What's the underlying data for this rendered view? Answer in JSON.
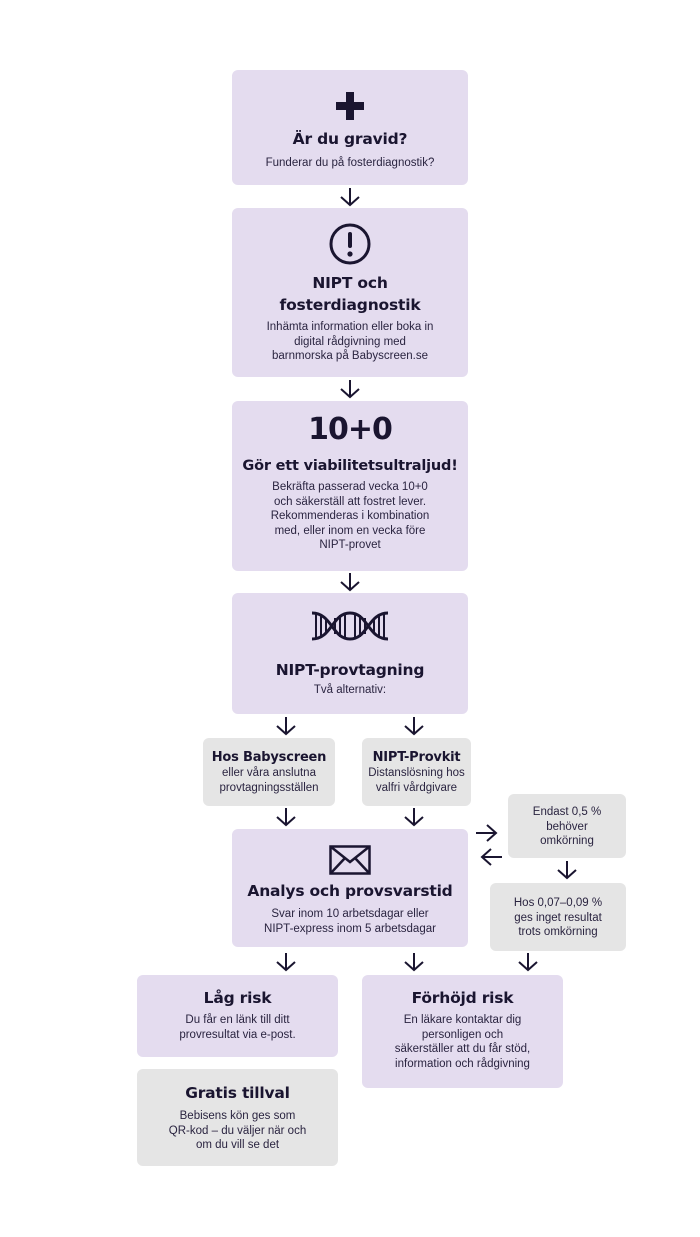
{
  "step1": {
    "title": "Är du gravid?",
    "desc": "Funderar du på fosterdiagnostik?"
  },
  "step2": {
    "title_line1": "NIPT och",
    "title_line2": "fosterdiagnostik",
    "desc_lines": [
      "Inhämta information eller boka in",
      "digital rådgivning med",
      "barnmorska på Babyscreen.se"
    ]
  },
  "step3": {
    "badge": "10+0",
    "title": "Gör ett viabilitetsultraljud!",
    "desc_lines": [
      "Bekräfta passerad vecka 10+0",
      "och säkerställ att fostret lever.",
      "Rekommenderas i kombination",
      "med, eller inom en vecka före",
      "NIPT-provet"
    ]
  },
  "step4": {
    "title": "NIPT-provtagning",
    "desc": "Två alternativ:"
  },
  "option_a": {
    "title": "Hos Babyscreen",
    "desc_lines": [
      "eller våra anslutna",
      "provtagningsställen"
    ]
  },
  "option_b": {
    "title": "NIPT-Provkit",
    "desc_lines": [
      "Distanslösning hos",
      "valfri vårdgivare"
    ]
  },
  "step5": {
    "title": "Analys och provsvarstid",
    "desc_lines": [
      "Svar inom 10 arbetsdagar eller",
      "NIPT-express inom 5 arbetsdagar"
    ]
  },
  "rerun": {
    "desc_lines": [
      "Endast 0,5 %",
      "behöver",
      "omkörning"
    ]
  },
  "no_result": {
    "desc_lines": [
      "Hos 0,07–0,09 %",
      "ges inget resultat",
      "trots omkörning"
    ]
  },
  "low_risk": {
    "title": "Låg risk",
    "desc_lines": [
      "Du får en länk till ditt",
      "provresultat via e-post."
    ]
  },
  "high_risk": {
    "title": "Förhöjd risk",
    "desc_lines": [
      "En läkare kontaktar dig",
      "personligen och",
      "säkerställer att du får stöd,",
      "information och rådgivning"
    ]
  },
  "free_option": {
    "title": "Gratis tillval",
    "desc_lines": [
      "Bebisens kön ges som",
      "QR-kod – du väljer när och",
      "om du vill se det"
    ]
  },
  "colors": {
    "lilac": "#e4dcef",
    "gray": "#e5e5e5",
    "ink": "#1a1530"
  },
  "icons": [
    "plus-icon",
    "exclamation-circle-icon",
    "dna-icon",
    "envelope-icon",
    "arrow-down-icon",
    "arrow-right-icon",
    "arrow-left-icon"
  ]
}
